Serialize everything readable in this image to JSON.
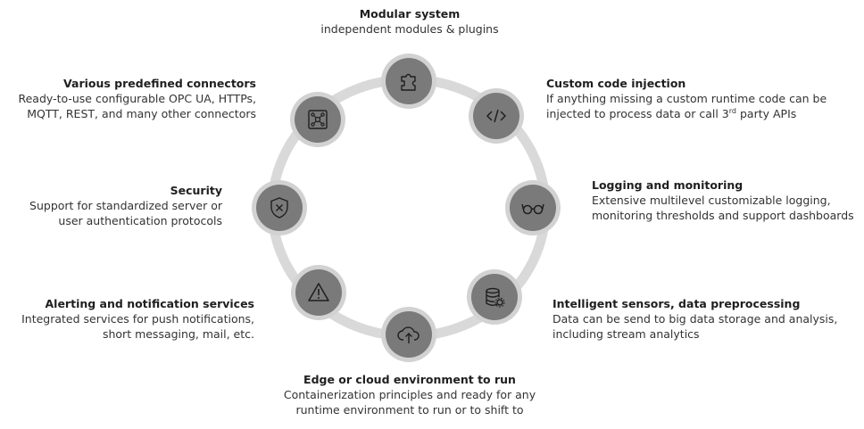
{
  "diagram": {
    "colors": {
      "ring": "#d9d9d9",
      "node_outer": "#d2d2d2",
      "node_inner": "#7a7a7a",
      "icon_stroke": "#1e1e1e",
      "title_text": "#1f1f1f",
      "body_text": "#333333"
    },
    "nodes": [
      {
        "icon": "puzzle-icon",
        "title": "Modular system",
        "lines": [
          "independent modules & plugins"
        ]
      },
      {
        "icon": "code-icon",
        "title": "Custom code injection",
        "lines": [
          "If anything missing a custom runtime code can be"
        ],
        "line2_prefix": "injected to process data or call 3",
        "line2_sup": "rd",
        "line2_suffix": " party APIs"
      },
      {
        "icon": "glasses-icon",
        "title": "Logging and monitoring",
        "lines": [
          "Extensive multilevel customizable logging,",
          "monitoring thresholds and support dashboards"
        ]
      },
      {
        "icon": "database-gear-icon",
        "title": "Intelligent sensors, data preprocessing",
        "lines": [
          "Data can be send to big data storage and analysis,",
          "including stream analytics"
        ]
      },
      {
        "icon": "cloud-upload-icon",
        "title": "Edge or cloud environment to run",
        "lines": [
          "Containerization principles and ready for any",
          "runtime environment to run or to shift to"
        ]
      },
      {
        "icon": "warning-icon",
        "title": "Alerting and notification services",
        "lines": [
          "Integrated services for push notifications,",
          "short messaging, mail, etc."
        ]
      },
      {
        "icon": "shield-x-icon",
        "title": "Security",
        "lines": [
          "Support for standardized server or",
          "user authentication protocols"
        ]
      },
      {
        "icon": "network-hub-icon",
        "title": "Various predefined connectors",
        "lines": [
          "Ready-to-use configurable OPC UA, HTTPs,",
          "MQTT, REST, and many other connectors"
        ]
      }
    ]
  }
}
